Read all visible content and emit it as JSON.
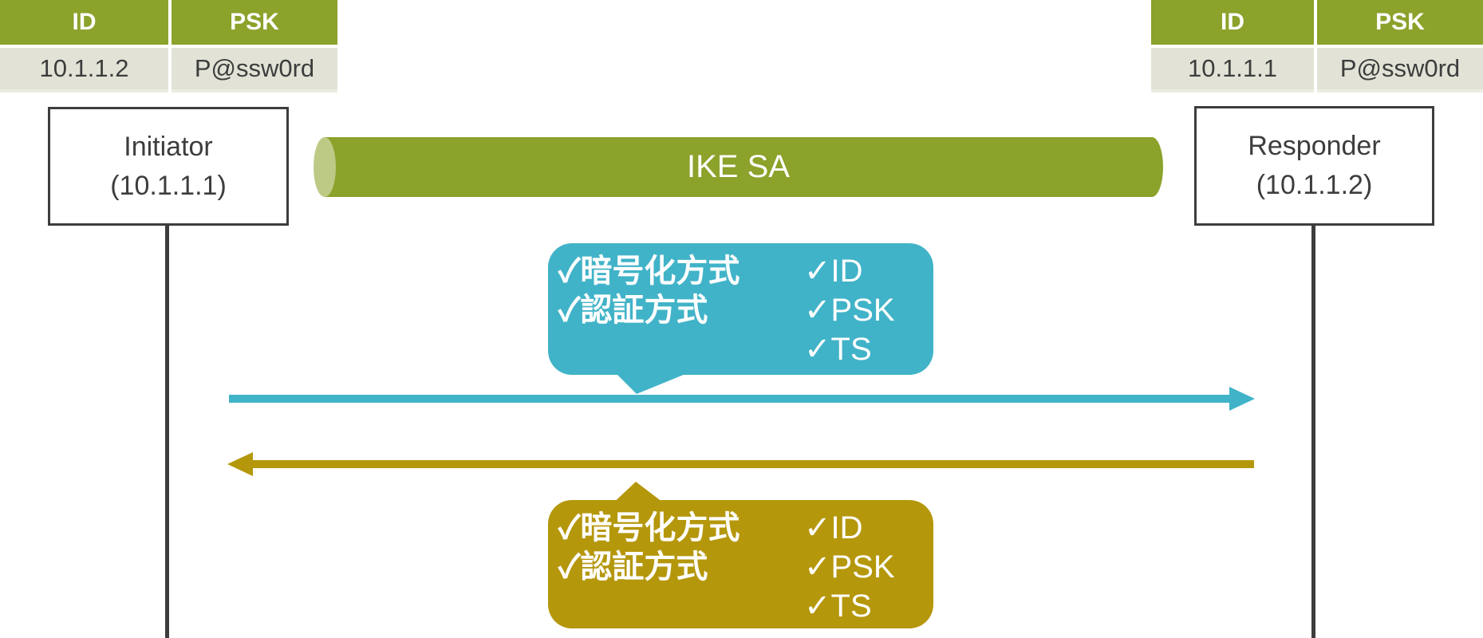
{
  "peer_tables": {
    "left": {
      "headers": [
        "ID",
        "PSK"
      ],
      "row": [
        "10.1.1.2",
        "P@ssw0rd"
      ]
    },
    "right": {
      "headers": [
        "ID",
        "PSK"
      ],
      "row": [
        "10.1.1.1",
        "P@ssw0rd"
      ]
    }
  },
  "endpoints": {
    "initiator": {
      "role": "Initiator",
      "ip": "(10.1.1.1)"
    },
    "responder": {
      "role": "Responder",
      "ip": "(10.1.1.2)"
    }
  },
  "tunnel": {
    "label": "IKE SA"
  },
  "messages": {
    "request": {
      "direction": "initiator-to-responder",
      "params": [
        "✓暗号化方式",
        "✓認証方式"
      ],
      "identity": [
        "✓ID",
        "✓PSK",
        "✓TS"
      ]
    },
    "response": {
      "direction": "responder-to-initiator",
      "params": [
        "✓暗号化方式",
        "✓認証方式"
      ],
      "identity": [
        "✓ID",
        "✓PSK",
        "✓TS"
      ]
    }
  },
  "colors": {
    "olive": "#8BA22B",
    "olive_light": "#BCCA86",
    "table_row_bg": "#E2E3D6",
    "teal": "#41B3C8",
    "gold": "#B5970C",
    "ink": "#3D3D3D"
  }
}
